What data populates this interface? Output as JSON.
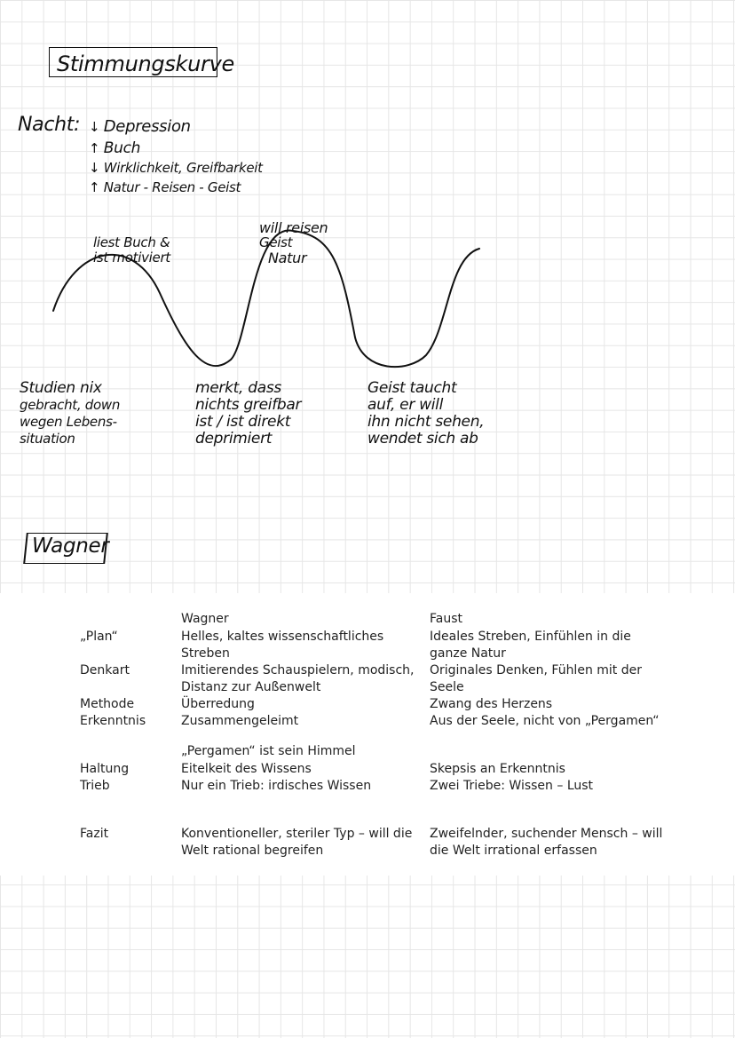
{
  "title": "Stimmungskurve",
  "night": {
    "label": "Nacht:",
    "items": [
      {
        "arrow": "↓",
        "text": "Depression"
      },
      {
        "arrow": "↑",
        "text": "Buch"
      },
      {
        "arrow": "↓",
        "text": "Wirklichkeit, Greifbarkeit"
      },
      {
        "arrow": "↑",
        "text": "Natur - Reisen - Geist"
      }
    ]
  },
  "curve_notes": {
    "peak1": [
      "liest Buch &",
      "ist motiviert"
    ],
    "peak2": [
      "will reisen",
      "Geist",
      "Natur"
    ],
    "trough_left": [
      "Studien nix",
      "gebracht, down",
      "wegen Lebens-",
      "situation"
    ],
    "trough_mid": [
      "merkt, dass",
      "nichts greifbar",
      "ist / ist direkt",
      "deprimiert"
    ],
    "trough_right": [
      "Geist taucht",
      "auf, er will",
      "ihn nicht sehen,",
      "wendet sich ab"
    ]
  },
  "wagner_title": "Wagner",
  "table": {
    "headers": {
      "wagner": "Wagner",
      "faust": "Faust"
    },
    "rows": [
      {
        "label": "„Plan“",
        "wagner": "Helles, kaltes wissenschaftliches\nStreben",
        "faust": "Ideales Streben, Einfühlen in die\nganze Natur"
      },
      {
        "label": "Denkart",
        "wagner": "Imitierendes Schauspielern, modisch,\nDistanz zur Außenwelt",
        "faust": "Originales Denken, Fühlen mit der\nSeele"
      },
      {
        "label": "Methode",
        "wagner": "Überredung",
        "faust": "Zwang des Herzens"
      },
      {
        "label": "Erkenntnis",
        "wagner": "Zusammengeleimt",
        "faust": "Aus der Seele, nicht von „Pergamen“"
      },
      {
        "label": "",
        "wagner": "„Pergamen“ ist sein Himmel",
        "faust": ""
      },
      {
        "label": "Haltung",
        "wagner": "Eitelkeit des Wissens",
        "faust": "Skepsis an Erkenntnis"
      },
      {
        "label": "Trieb",
        "wagner": "Nur ein Trieb: irdisches Wissen",
        "faust": "Zwei Triebe: Wissen – Lust"
      },
      {
        "label": "Fazit",
        "wagner": "Konventioneller, steriler Typ – will die\nWelt rational begreifen",
        "faust": "Zweifelnder, suchender Mensch – will\ndie Welt irrational erfassen"
      }
    ]
  }
}
